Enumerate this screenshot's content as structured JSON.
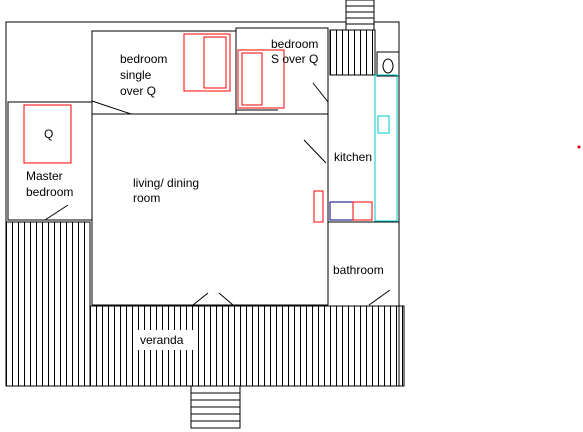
{
  "labels": {
    "bedroom_single": [
      "bedroom",
      "single",
      "over Q"
    ],
    "bedroom_s_over_q": [
      "bedroom",
      "S over Q"
    ],
    "q_bed": "Q",
    "master_bedroom": [
      "Master",
      "bedroom"
    ],
    "living_dining": [
      "living/ dining",
      "room"
    ],
    "kitchen": "kitchen",
    "bathroom": "bathroom",
    "veranda": "veranda"
  },
  "colors": {
    "walls": "#000000",
    "furniture": "#ff0000",
    "kitchen_bench": "#00c8c8",
    "fridge": "#000080",
    "dot": "#cc0000"
  }
}
